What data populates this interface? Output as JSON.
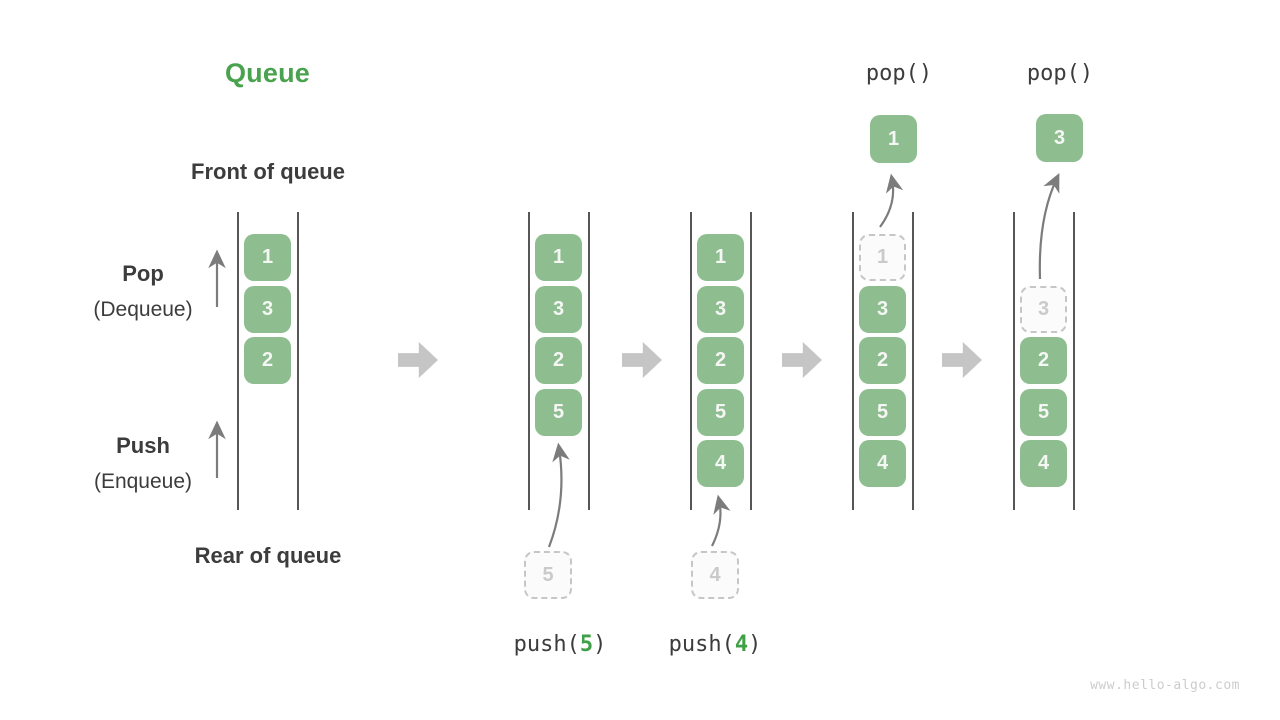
{
  "title": "Queue",
  "side_labels": {
    "front": "Front of queue",
    "rear": "Rear of queue",
    "pop_title": "Pop",
    "pop_sub": "(Dequeue)",
    "push_title": "Push",
    "push_sub": "(Enqueue)"
  },
  "columns": [
    {
      "slots": [
        "1",
        "3",
        "2"
      ]
    },
    {
      "slots": [
        "1",
        "3",
        "2",
        "5"
      ]
    },
    {
      "slots": [
        "1",
        "3",
        "2",
        "5",
        "4"
      ]
    },
    {
      "popped_slot": "1",
      "slots": [
        "3",
        "2",
        "5",
        "4"
      ]
    },
    {
      "popped_slot": "3",
      "slots": [
        "2",
        "5",
        "4"
      ]
    }
  ],
  "pop_ops": [
    {
      "label": "pop()",
      "value": "1"
    },
    {
      "label": "pop()",
      "value": "3"
    }
  ],
  "push_ops": [
    {
      "fn": "push(",
      "arg": "5",
      "close": ")",
      "pending": "5"
    },
    {
      "fn": "push(",
      "arg": "4",
      "close": ")",
      "pending": "4"
    }
  ],
  "watermark": "www.hello-algo.com",
  "colors": {
    "box_green": "#8ebd8f",
    "title_green": "#49a24d",
    "arg_green": "#3fa047",
    "block_arrow": "#c5c5c5",
    "thin_arrow": "#7c7c7c",
    "line": "#565656",
    "text_dark": "#3c3c3c",
    "dashed_border": "#c6c6c6",
    "dashed_fill": "#fbfbfb",
    "dashed_text": "#c9cac9",
    "watermark": "#cbcccd"
  }
}
